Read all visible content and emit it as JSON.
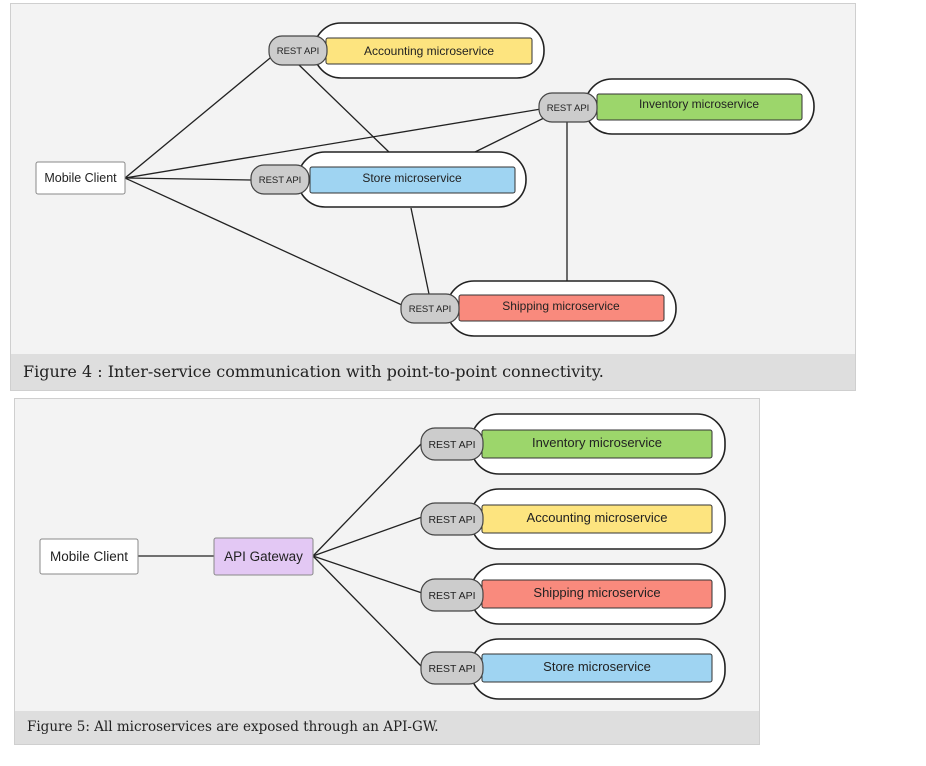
{
  "figure4": {
    "mobile_client": "Mobile Client",
    "rest_api": "REST API",
    "accounting": "Accounting microservice",
    "inventory": "Inventory microservice",
    "store": "Store microservice",
    "shipping": "Shipping microservice",
    "caption": "Figure 4 : Inter-service communication with point-to-point connectivity."
  },
  "figure5": {
    "mobile_client": "Mobile Client",
    "api_gateway": "API Gateway",
    "rest_api": "REST API",
    "inventory": "Inventory microservice",
    "accounting": "Accounting microservice",
    "shipping": "Shipping microservice",
    "store": "Store microservice",
    "caption": "Figure 5: All microservices are exposed through an API-GW."
  },
  "colors": {
    "accounting": "#fde47f",
    "inventory": "#9cd66b",
    "store": "#9fd4f2",
    "shipping": "#f98a7d",
    "gateway": "#e3c8f4",
    "rest_api": "#cccccc"
  }
}
